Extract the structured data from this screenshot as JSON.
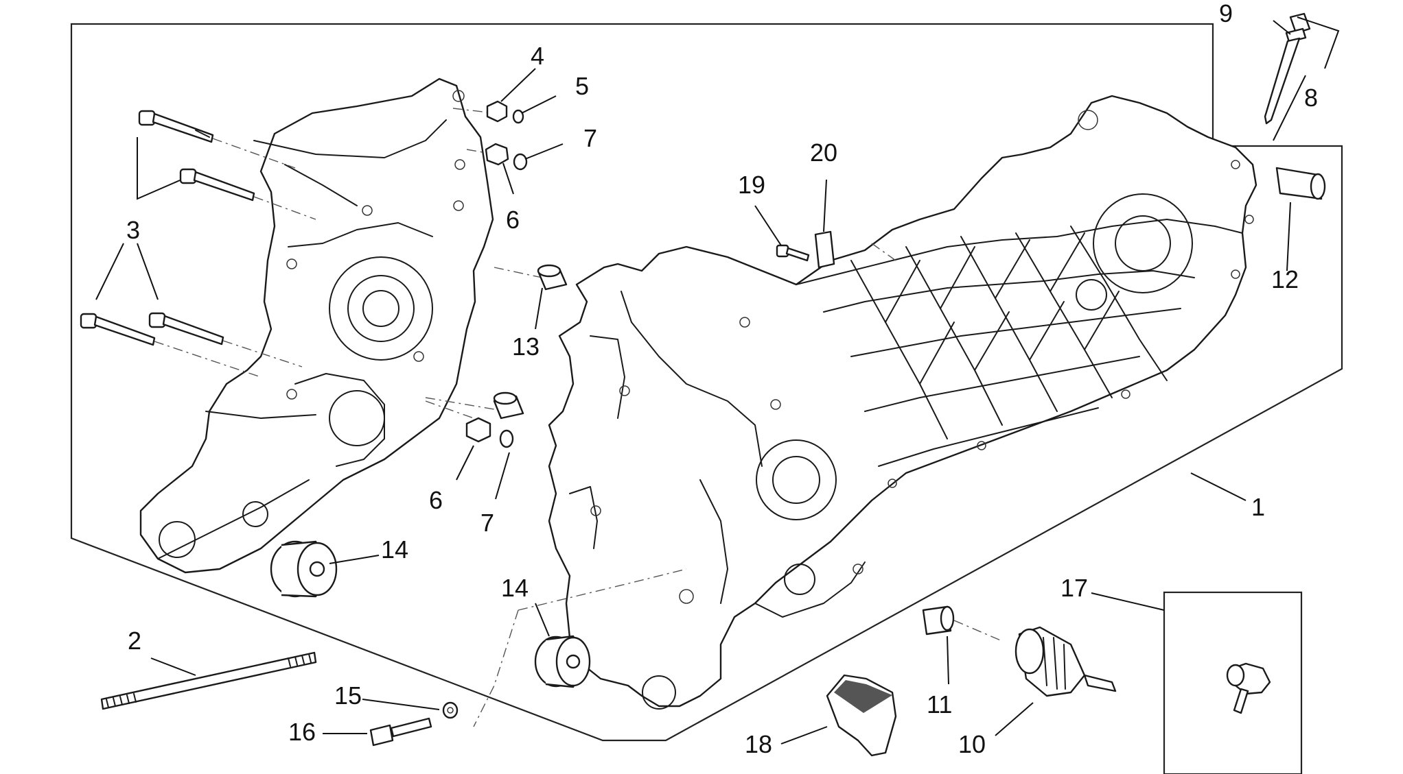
{
  "callouts": {
    "c1": "1",
    "c2": "2",
    "c3": "3",
    "c4": "4",
    "c5": "5",
    "c6a": "6",
    "c6b": "6",
    "c7a": "7",
    "c7b": "7",
    "c8": "8",
    "c9": "9",
    "c10": "10",
    "c11": "11",
    "c12": "12",
    "c13": "13",
    "c14a": "14",
    "c14b": "14",
    "c15": "15",
    "c16": "16",
    "c17": "17",
    "c18": "18",
    "c19": "19",
    "c20": "20"
  },
  "colors": {
    "line": "#1a1a1a",
    "background": "#ffffff"
  }
}
